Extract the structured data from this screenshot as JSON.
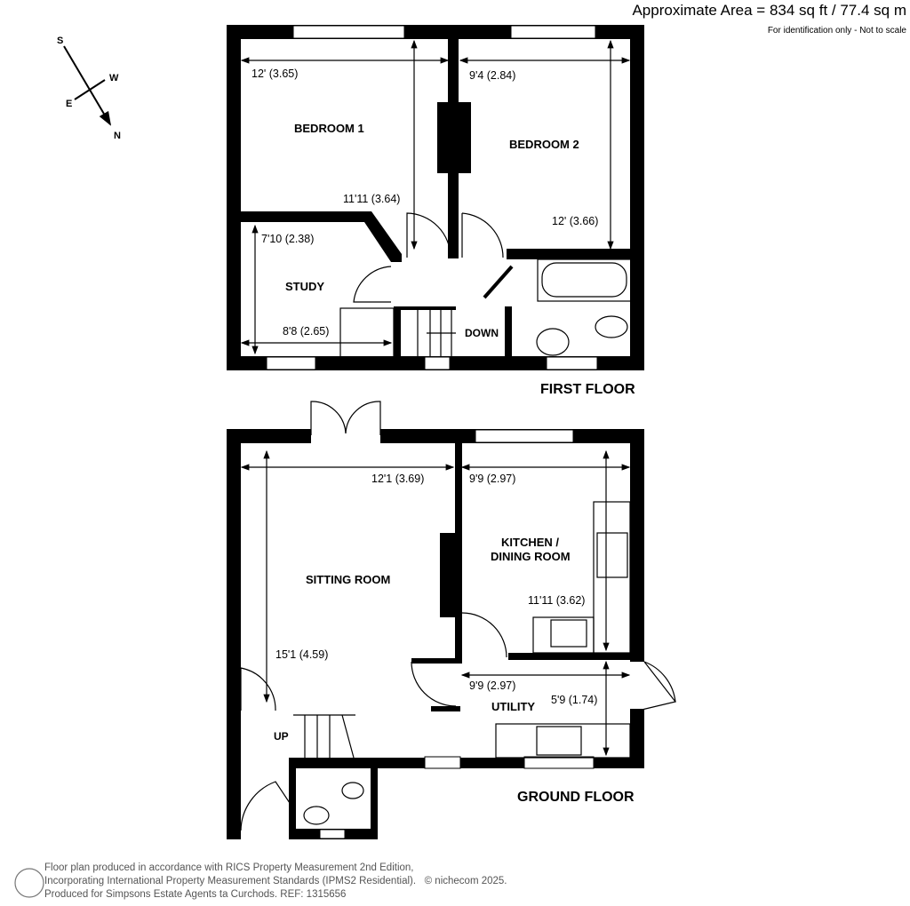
{
  "header": {
    "area": "Approximate Area = 834 sq ft / 77.4 sq m",
    "note": "For identification only - Not to scale"
  },
  "compass": {
    "s": "S",
    "w": "W",
    "e": "E",
    "n": "N"
  },
  "first_floor": {
    "label": "FIRST FLOOR",
    "rooms": {
      "bedroom1": {
        "name": "BEDROOM 1",
        "width": "12' (3.65)",
        "length": "11'11 (3.64)"
      },
      "bedroom2": {
        "name": "BEDROOM 2",
        "width": "9'4 (2.84)",
        "length": "12' (3.66)"
      },
      "study": {
        "name": "STUDY",
        "length": "7'10 (2.38)",
        "width": "8'8 (2.65)"
      },
      "stairs": {
        "name": "DOWN"
      }
    }
  },
  "ground_floor": {
    "label": "GROUND FLOOR",
    "rooms": {
      "sitting": {
        "name": "SITTING ROOM",
        "width": "12'1 (3.69)",
        "length": "15'1 (4.59)"
      },
      "kitchen": {
        "name_line1": "KITCHEN /",
        "name_line2": "DINING ROOM",
        "width": "9'9 (2.97)",
        "length": "11'11 (3.62)"
      },
      "utility": {
        "name": "UTILITY",
        "width": "9'9 (2.97)",
        "length": "5'9 (1.74)"
      },
      "stairs": {
        "name": "UP"
      }
    }
  },
  "footer": {
    "line1": "Floor plan produced in accordance with RICS Property Measurement 2nd Edition,",
    "line2": "Incorporating International Property Measurement Standards (IPMS2 Residential).",
    "copyright": "© nichecom 2025.",
    "line3": "Produced for Simpsons Estate Agents ta Curchods.   REF: 1315656"
  }
}
